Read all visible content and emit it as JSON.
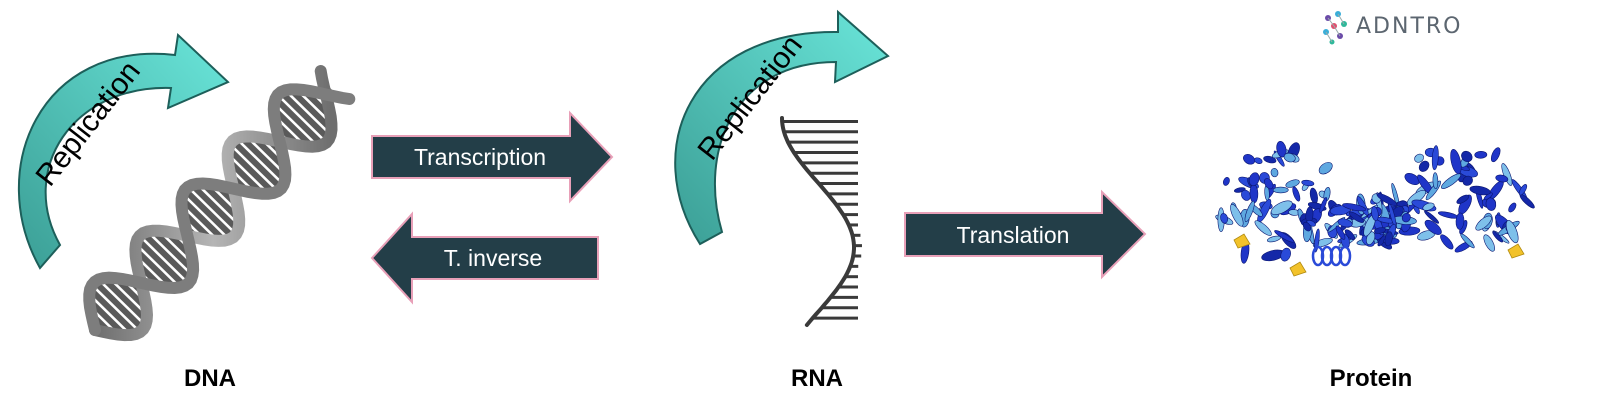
{
  "brand": {
    "name": "ADNTRO",
    "icon": "molecule-dots-icon"
  },
  "nodes": {
    "dna": {
      "label": "DNA"
    },
    "rna": {
      "label": "RNA"
    },
    "protein": {
      "label": "Protein"
    }
  },
  "arrows": {
    "dna_replication": "Replication",
    "rna_replication": "Replication",
    "transcription": "Transcription",
    "reverse_transcription": "T. inverse",
    "translation": "Translation"
  },
  "colors": {
    "arrow_fill": "#233e48",
    "arrow_outline": "#e8a0b8",
    "replication_arrow": "#5fdcd0",
    "replication_arrow_dark": "#3b9e95",
    "replication_outline": "#1d5f5a",
    "helix_gray": "#8a8a8a",
    "protein_blue": "#1f35c8",
    "protein_light": "#5ea8e0"
  }
}
